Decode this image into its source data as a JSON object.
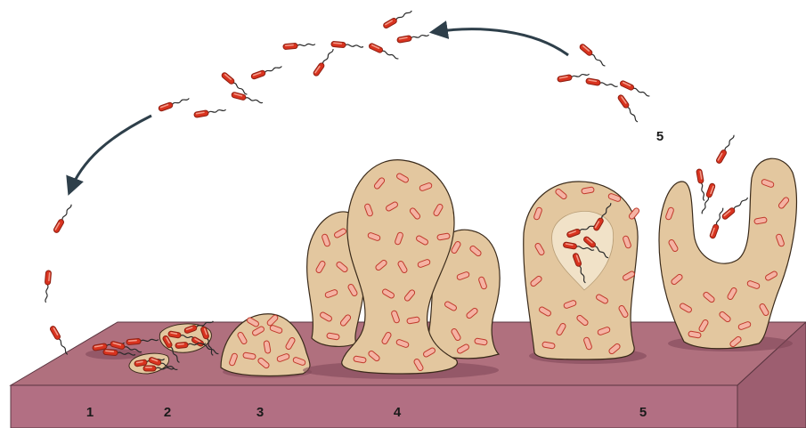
{
  "colors": {
    "surface_top": "#b0707e",
    "surface_front": "#b26f83",
    "surface_right": "#9d5e70",
    "matrix_fill": "#e3c79f",
    "matrix_stroke": "#3a2a1a",
    "cell_embedded_fill": "#f5b3a3",
    "cell_embedded_stroke": "#c0392b",
    "cell_free_fill": "#d9331f",
    "arrow": "#2e3f4a"
  },
  "labels": {
    "stage_1": "1",
    "stage_2": "2",
    "stage_3": "3",
    "stage_4": "4",
    "stage_5_bottom": "5",
    "stage_5_top": "5"
  }
}
